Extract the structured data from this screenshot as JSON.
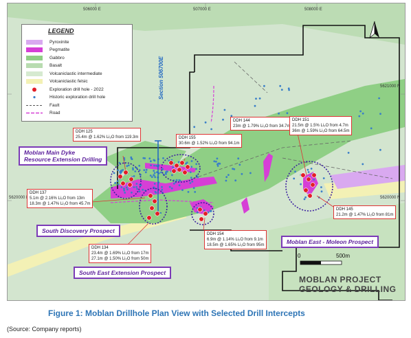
{
  "grid": {
    "easting_labels": [
      "506000 E",
      "507000 E",
      "508000 E"
    ],
    "northing_labels": [
      "5621000 N",
      "5620000 N"
    ]
  },
  "legend": {
    "title": "LEGEND",
    "items": [
      {
        "label": "Pyroxinite",
        "color": "#d9a9f0",
        "kind": "fill"
      },
      {
        "label": "Pegmatite",
        "color": "#d63fd6",
        "kind": "fill"
      },
      {
        "label": "Gabbro",
        "color": "#8fcf85",
        "kind": "fill"
      },
      {
        "label": "Basalt",
        "color": "#b8dcb0",
        "kind": "fill"
      },
      {
        "label": "Volcaniclastic intermediate",
        "color": "#d6ead0",
        "kind": "fill"
      },
      {
        "label": "Volcaniclastic felsic",
        "color": "#f3f1b5",
        "kind": "fill"
      },
      {
        "label": "Exploration drill hole - 2022",
        "color": "#e21e26",
        "kind": "dot"
      },
      {
        "label": "Historic exploration drill hole",
        "color": "#3a7fc8",
        "kind": "smalldot"
      },
      {
        "label": "Fault",
        "color": "#555555",
        "kind": "dash"
      },
      {
        "label": "Road",
        "color": "#d63fd6",
        "kind": "road"
      }
    ]
  },
  "section_label": "Section 506700E",
  "callouts": {
    "ddh125": {
      "hole": "DDH 125",
      "lines": [
        "25.4m @ 1.62% Li₂O from 119.3m"
      ]
    },
    "ddh155": {
      "hole": "DDH 155",
      "lines": [
        "30.6m @ 1.52% Li₂O from 94.1m"
      ]
    },
    "ddh144": {
      "hole": "DDH 144",
      "lines": [
        "23m @ 1.79% Li₂O from 34.7m"
      ]
    },
    "ddh151": {
      "hole": "DDH 151",
      "lines": [
        "21.5m @ 1.5% Li₂O from 4.7m",
        "36m @ 1.59% Li₂O from 64.5m"
      ]
    },
    "ddh137": {
      "hole": "DDH 137",
      "lines": [
        "5.1m @ 2.16% Li₂O from 13m",
        "18.3m @ 1.47% Li₂O from 45.7m"
      ]
    },
    "ddh154": {
      "hole": "DDH 154",
      "lines": [
        "6.9m @ 1.14% Li₂O from 9.1m",
        "18.5m @ 1.65% Li₂O from 95m"
      ]
    },
    "ddh134": {
      "hole": "DDH 134",
      "lines": [
        "23.4m @ 1.69% Li₂O from 17m",
        "27.1m @ 1.50% Li₂O from 50m"
      ]
    },
    "ddh145": {
      "hole": "DDH 145",
      "lines": [
        "21.2m @ 1.47% Li₂O from 81m"
      ]
    }
  },
  "prospects": {
    "main_dyke": [
      "Moblan Main Dyke",
      "Resource Extension Drilling"
    ],
    "south_discovery": "South Discovery Prospect",
    "south_east": "South East Extension Prospect",
    "moblan_east": "Moblan East - Moleon Prospect"
  },
  "scale": {
    "start": "0",
    "end": "500m"
  },
  "north_label": "N",
  "title_block": [
    "MOBLAN PROJECT",
    "GEOLOGY & DRILLING"
  ],
  "caption": "Figure 1:  Moblan Drillhole Plan View with Selected Drill Intercepts",
  "source": "(Source: Company reports)",
  "colors": {
    "background": "#d3e5cf",
    "gabbro": "#8fcf85",
    "pegmatite": "#d63fd6",
    "pyroxinite": "#d9a9f0",
    "felsic": "#f3f1b5",
    "drill_2022": "#e21e26",
    "historic": "#3a7fc8",
    "prospect_outline": "#3b1fa0",
    "caption": "#2e75b6"
  }
}
